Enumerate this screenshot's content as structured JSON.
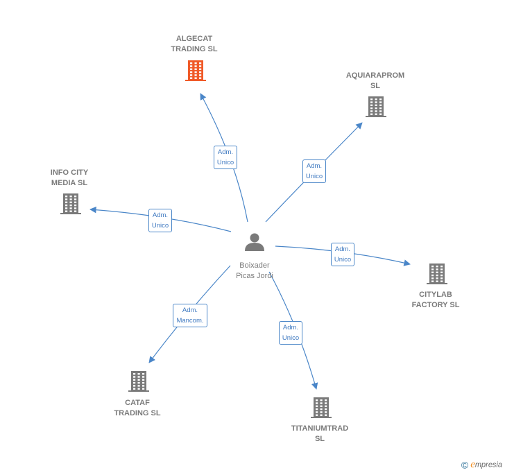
{
  "colors": {
    "edge": "#4a86c8",
    "building": "#7a7a7a",
    "highlight": "#f05a28",
    "person": "#7a7a7a"
  },
  "center": {
    "name": "Boixader\nPicas Jordi",
    "icon": "person-icon"
  },
  "companies": [
    {
      "id": "algecat",
      "name": "ALGECAT\nTRADING  SL",
      "highlight": true,
      "relation": "Adm.\nUnico"
    },
    {
      "id": "aquiaraprom",
      "name": "AQUIARAPROM\nSL",
      "highlight": false,
      "relation": "Adm.\nUnico"
    },
    {
      "id": "infocity",
      "name": "INFO CITY\nMEDIA  SL",
      "highlight": false,
      "relation": "Adm.\nUnico"
    },
    {
      "id": "citylab",
      "name": "CITYLAB\nFACTORY  SL",
      "highlight": false,
      "relation": "Adm.\nUnico"
    },
    {
      "id": "cataf",
      "name": "CATAF\nTRADING  SL",
      "highlight": false,
      "relation": "Adm.\nMancom."
    },
    {
      "id": "titaniumtrad",
      "name": "TITANIUMTRAD\nSL",
      "highlight": false,
      "relation": "Adm.\nUnico"
    }
  ],
  "footer": {
    "copyright": "©",
    "brand_initial": "e",
    "brand_rest": "mpresia"
  }
}
